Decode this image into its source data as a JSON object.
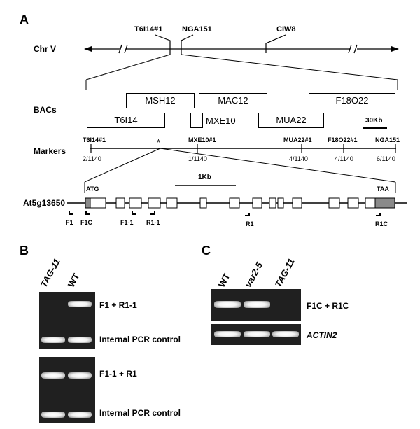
{
  "panelA": {
    "label": "A",
    "chr_label": "Chr V",
    "chr_markers": [
      "T6I14#1",
      "NGA151",
      "CIW8"
    ],
    "bacs_label": "BACs",
    "bacs": [
      "MSH12",
      "MAC12",
      "F18O22",
      "T6I14",
      "MXE10",
      "MUA22"
    ],
    "scale_bac": "30Kb",
    "markers_label": "Markers",
    "markers": [
      {
        "name": "T6I14#1",
        "freq": "2/1140"
      },
      {
        "name": "MXE10#1",
        "freq": "1/1140"
      },
      {
        "name": "MUA22#1",
        "freq": "4/1140"
      },
      {
        "name": "F18O22#1",
        "freq": "4/1140"
      },
      {
        "name": "NGA151",
        "freq": "6/1140"
      }
    ],
    "asterisk": "*",
    "gene_label": "At5g13650",
    "scale_gene": "1Kb",
    "atg": "ATG",
    "taa": "TAA",
    "primers": [
      "F1",
      "F1C",
      "F1-1",
      "R1-1",
      "R1",
      "R1C"
    ]
  },
  "panelB": {
    "label": "B",
    "lanes": [
      "TAG-11",
      "WT"
    ],
    "gel1": {
      "product": "F1 + R1-1",
      "control": "Internal PCR control"
    },
    "gel2": {
      "product": "F1-1 + R1",
      "control": "Internal PCR control"
    }
  },
  "panelC": {
    "label": "C",
    "lanes": [
      "WT",
      "var2-5",
      "TAG-11"
    ],
    "gel1": {
      "product": "F1C + R1C"
    },
    "gel2": {
      "product": "ACTIN2"
    }
  }
}
